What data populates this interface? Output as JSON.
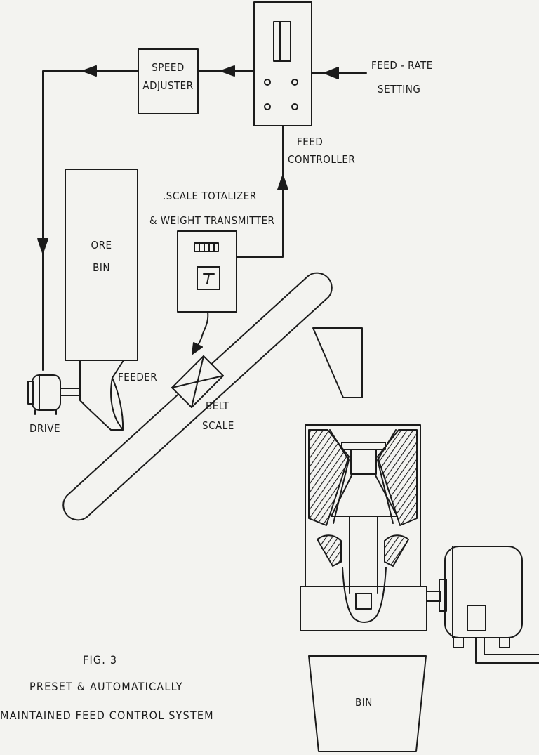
{
  "labels": {
    "speed_adjuster_l1": "SPEED",
    "speed_adjuster_l2": "ADJUSTER",
    "feed_rate_l1": "FEED - RATE",
    "feed_rate_l2": "SETTING",
    "feed_controller_l1": "FEED",
    "feed_controller_l2": "CONTROLLER",
    "scale_totalizer_l1": ".SCALE TOTALIZER",
    "scale_totalizer_l2": "& WEIGHT TRANSMITTER",
    "ore_bin_l1": "ORE",
    "ore_bin_l2": "BIN",
    "feeder": "FEEDER",
    "drive": "DRIVE",
    "belt_scale_l1": "BELT",
    "belt_scale_l2": "SCALE",
    "bin": "BIN"
  },
  "caption": {
    "fig": "FIG.  3",
    "line1": "PRESET & AUTOMATICALLY",
    "line2": "MAINTAINED FEED CONTROL SYSTEM"
  },
  "colors": {
    "ink": "#1b1b1b",
    "paper": "#f3f3f0"
  }
}
